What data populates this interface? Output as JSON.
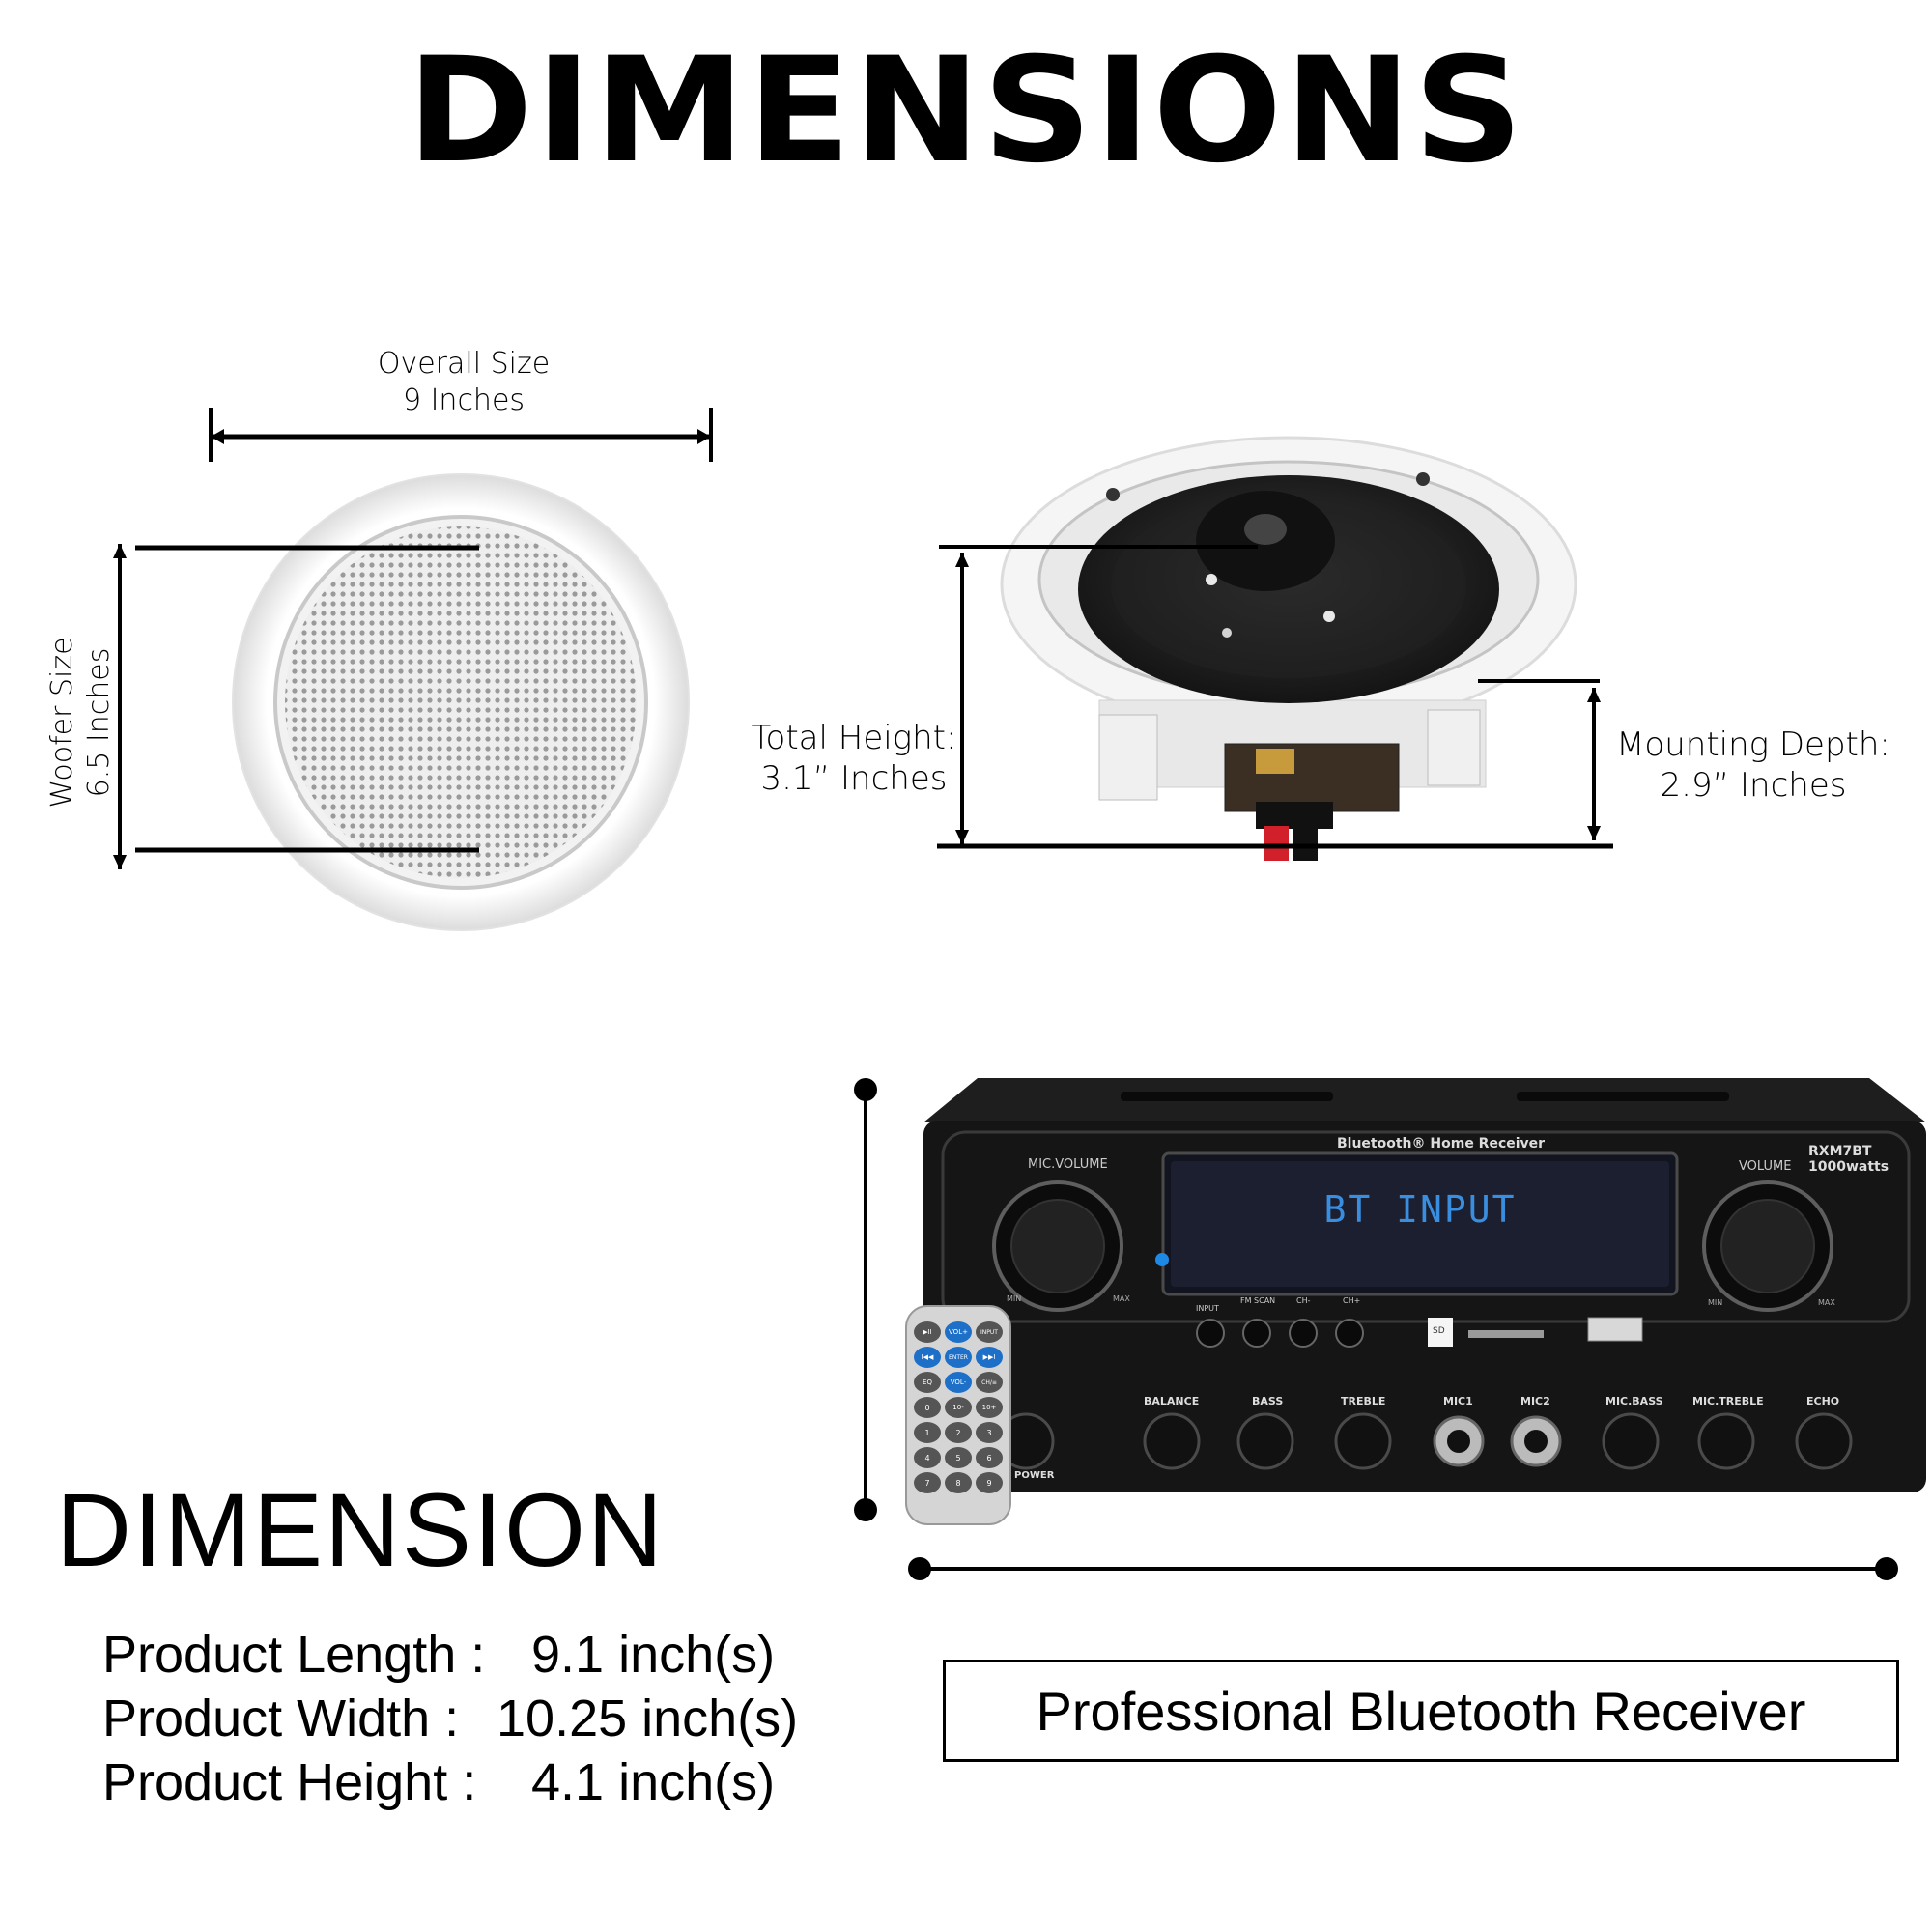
{
  "header": {
    "title": "DIMENSIONS"
  },
  "speaker_front": {
    "overall_label": "Overall Size",
    "overall_value": "9 Inches",
    "woofer_label": "Woofer Size",
    "woofer_value": "6.5 Inches"
  },
  "speaker_side": {
    "total_height_label": "Total Height:",
    "total_height_value": "3.1” Inches",
    "mounting_depth_label": "Mounting Depth:",
    "mounting_depth_value": "2.9” Inches"
  },
  "receiver": {
    "brand_text": "Bluetooth® Home Receiver",
    "model": "RXM7BT",
    "power": "1000watts",
    "display_text": "BT INPUT",
    "mic_volume_label": "MIC.VOLUME",
    "volume_label": "VOLUME",
    "min_label": "MIN",
    "max_label": "MAX",
    "buttons": [
      "INPUT",
      "FM SCAN",
      "CH-",
      "CH+"
    ],
    "sd_label": "SD",
    "knobs": [
      "BALANCE",
      "BASS",
      "TREBLE",
      "MIC1",
      "MIC2",
      "MIC.BASS",
      "MIC.TREBLE",
      "ECHO"
    ],
    "power_label": "POWER",
    "remote_keys": [
      "▶II",
      "VOL+",
      "INPUT",
      "I◀◀",
      "ENTER",
      "▶▶I",
      "EQ",
      "VOL-",
      "CH/≡",
      "0",
      "10-",
      "10+",
      "1",
      "2",
      "3",
      "4",
      "5",
      "6",
      "7",
      "8",
      "9"
    ]
  },
  "dimension": {
    "title": "DIMENSION",
    "specs": [
      {
        "label": "Product Length :",
        "value": "9.1 inch(s)"
      },
      {
        "label": "Product Width :",
        "value": "10.25 inch(s)"
      },
      {
        "label": "Product Height :",
        "value": "4.1 inch(s)"
      }
    ]
  },
  "caption": "Professional Bluetooth Receiver"
}
